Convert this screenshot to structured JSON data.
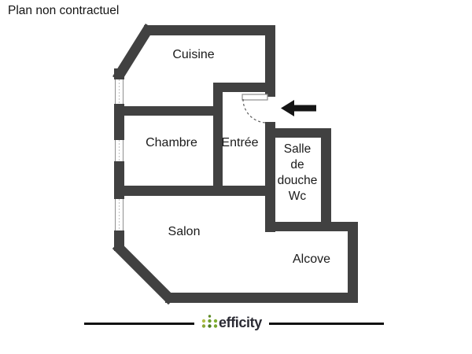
{
  "header": {
    "disclaimer": "Plan non contractuel"
  },
  "rooms": {
    "cuisine": {
      "label": "Cuisine"
    },
    "chambre": {
      "label": "Chambre"
    },
    "entree": {
      "label": "Entrée"
    },
    "salle_de_douche": {
      "label_lines": [
        "Salle",
        "de",
        "douche",
        "Wc"
      ]
    },
    "salon": {
      "label": "Salon"
    },
    "alcove": {
      "label": "Alcove"
    }
  },
  "icons": {
    "entrance_arrow": "arrow-left-icon",
    "door_swing": "door-quarter-arc-dashed",
    "windows": "double-line-window-symbol",
    "brand_dots": "efficity-green-dots-grid"
  },
  "footer": {
    "brand": "efficity"
  },
  "colors": {
    "wall": "#414141",
    "arrow": "#151515",
    "footer_rule": "#111111",
    "brand_text": "#2b2b34",
    "brand_greens": [
      "#b3bf45",
      "#6f9f2f",
      "#7fae31",
      "#8aa735",
      "#4e7c1f",
      "#77a62c",
      "#5e8a26"
    ]
  }
}
